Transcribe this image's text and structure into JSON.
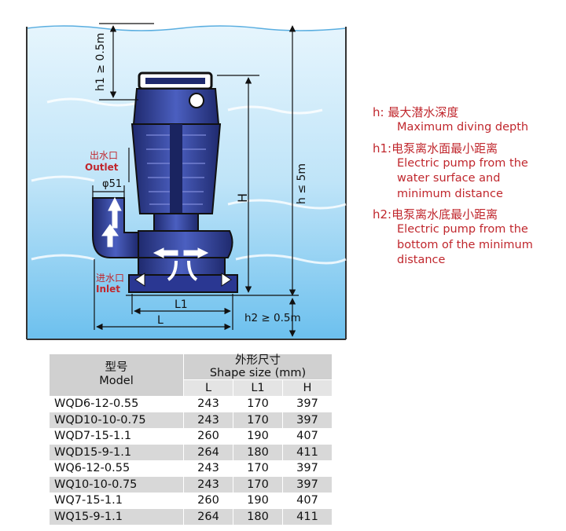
{
  "diagram": {
    "h1_label": "h1 ≥ 0.5m",
    "h_label": "h ≤ 5m",
    "H_label": "H",
    "h2_label": "h2 ≥ 0.5m",
    "L_label": "L",
    "L1_label": "L1",
    "outlet_cn": "出水口",
    "outlet_en": "Outlet",
    "inlet_cn": "进水口",
    "inlet_en": "Inlet",
    "diameter_label": "φ51",
    "colors": {
      "water": "#8fd0f3",
      "pump": "#2d3a8c",
      "arrow": "#ffffff",
      "line": "#111111"
    }
  },
  "legend": [
    {
      "head": "h: 最大潜水深度",
      "sub": [
        "Maximum diving depth"
      ]
    },
    {
      "head": "h1:电泵离水面最小距离",
      "sub": [
        "Electric pump from the",
        "water surface and",
        "minimum distance"
      ]
    },
    {
      "head": "h2:电泵离水底最小距离",
      "sub": [
        "Electric pump from the",
        "bottom of the minimum",
        "distance"
      ]
    }
  ],
  "table": {
    "model_cn": "型号",
    "model_en": "Model",
    "shape_cn": "外形尺寸",
    "shape_en": "Shape size (mm)",
    "columns": [
      "L",
      "L1",
      "H"
    ],
    "rows": [
      {
        "model": "WQD6-12-0.55",
        "L": "243",
        "L1": "170",
        "H": "397"
      },
      {
        "model": "WQD10-10-0.75",
        "L": "243",
        "L1": "170",
        "H": "397"
      },
      {
        "model": "WQD7-15-1.1",
        "L": "260",
        "L1": "190",
        "H": "407"
      },
      {
        "model": "WQD15-9-1.1",
        "L": "264",
        "L1": "180",
        "H": "411"
      },
      {
        "model": "WQ6-12-0.55",
        "L": "243",
        "L1": "170",
        "H": "397"
      },
      {
        "model": "WQ10-10-0.75",
        "L": "243",
        "L1": "170",
        "H": "397"
      },
      {
        "model": "WQ7-15-1.1",
        "L": "260",
        "L1": "190",
        "H": "407"
      },
      {
        "model": "WQ15-9-1.1",
        "L": "264",
        "L1": "180",
        "H": "411"
      }
    ]
  }
}
